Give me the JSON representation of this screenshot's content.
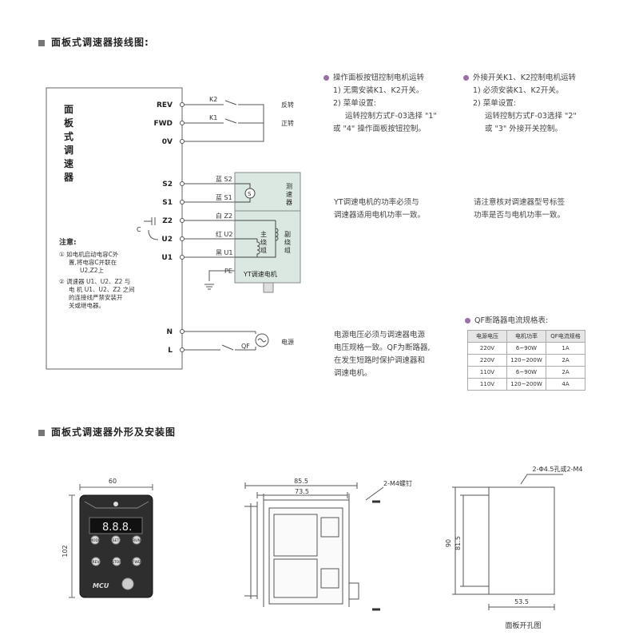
{
  "section1_title": "面板式调速器接线图:",
  "section2_title": "面板式调速器外形及安装图",
  "controller": {
    "name_chars": [
      "面",
      "板",
      "式",
      "调",
      "速",
      "器"
    ],
    "terminals": [
      "REV",
      "FWD",
      "0V",
      "S2",
      "S1",
      "Z2",
      "U2",
      "U1",
      "N",
      "L"
    ],
    "k2": "K2",
    "k1": "K1",
    "reverse": "反转",
    "forward": "正转",
    "capacitor": "C",
    "wires": [
      "蓝 S2",
      "蓝 S1",
      "白 Z2",
      "红 U2",
      "黑 U1"
    ],
    "pe": "PE",
    "tacho_chars": [
      "测",
      "速",
      "器"
    ],
    "main_winding_chars": [
      "主",
      "绕",
      "组"
    ],
    "aux_winding_chars": [
      "副",
      "绕",
      "组"
    ],
    "motor_label": "YT调速电机",
    "qf": "QF",
    "power": "电源"
  },
  "notes": {
    "title": "注意:",
    "n1_lines": [
      "① 如电机启动电容C外",
      "置,将电容C并联在",
      "U2,Z2上"
    ],
    "n2_lines": [
      "② 调速器 U1、U2、Z2 与",
      "电 机 U1、U2、Z2 之间",
      "的连接线严禁安装开",
      "关或继电器。"
    ]
  },
  "col1": {
    "heading": "操作面板按钮控制电机运转",
    "lines": [
      "1) 无需安装K1、K2开关。",
      "2) 菜单设置:",
      "运转控制方式F-03选择 \"1\"",
      "或 \"4\" 操作面板按钮控制。"
    ],
    "note_lines": [
      "YT调速电机的功率必须与",
      "调速器适用电机功率一致。"
    ],
    "power_lines": [
      "电源电压必须与调速器电源",
      "电压规格一致。QF为断路器,",
      "在发生短路时保护调速器和",
      "调速电机。"
    ]
  },
  "col2": {
    "heading": "外接开关K1、K2控制电机运转",
    "lines": [
      "1) 必须安装K1、K2开关。",
      "2) 菜单设置:",
      "运转控制方式F-03选择 \"2\"",
      "或 \"3\" 外接开关控制。"
    ],
    "note_lines": [
      "请注意核对调速器型号标签",
      "功率是否与电机功率一致。"
    ]
  },
  "qf_table": {
    "title": "QF断路器电流规格表:",
    "headers": [
      "电源电压",
      "电机功率",
      "QF电流规格"
    ],
    "rows": [
      [
        "220V",
        "6~90W",
        "1A"
      ],
      [
        "220V",
        "120~200W",
        "2A"
      ],
      [
        "110V",
        "6~90W",
        "2A"
      ],
      [
        "110V",
        "120~200W",
        "4A"
      ]
    ]
  },
  "dims": {
    "front_w": "60",
    "front_h": "102",
    "side_w": "85.5",
    "side_d": "73.5",
    "screw": "2-M4螺钉",
    "hole_label": "2-Φ4.5孔或2-M4",
    "cut_h1": "90",
    "cut_h2": "81.5",
    "cut_w": "53.5",
    "cut_title": "面板开孔图"
  },
  "panel": {
    "buttons_row1": [
      "MODE",
      "SET",
      "RUN"
    ],
    "buttons_row2": [
      "REV",
      "STOP",
      "FWD"
    ],
    "logo": "MCU"
  }
}
